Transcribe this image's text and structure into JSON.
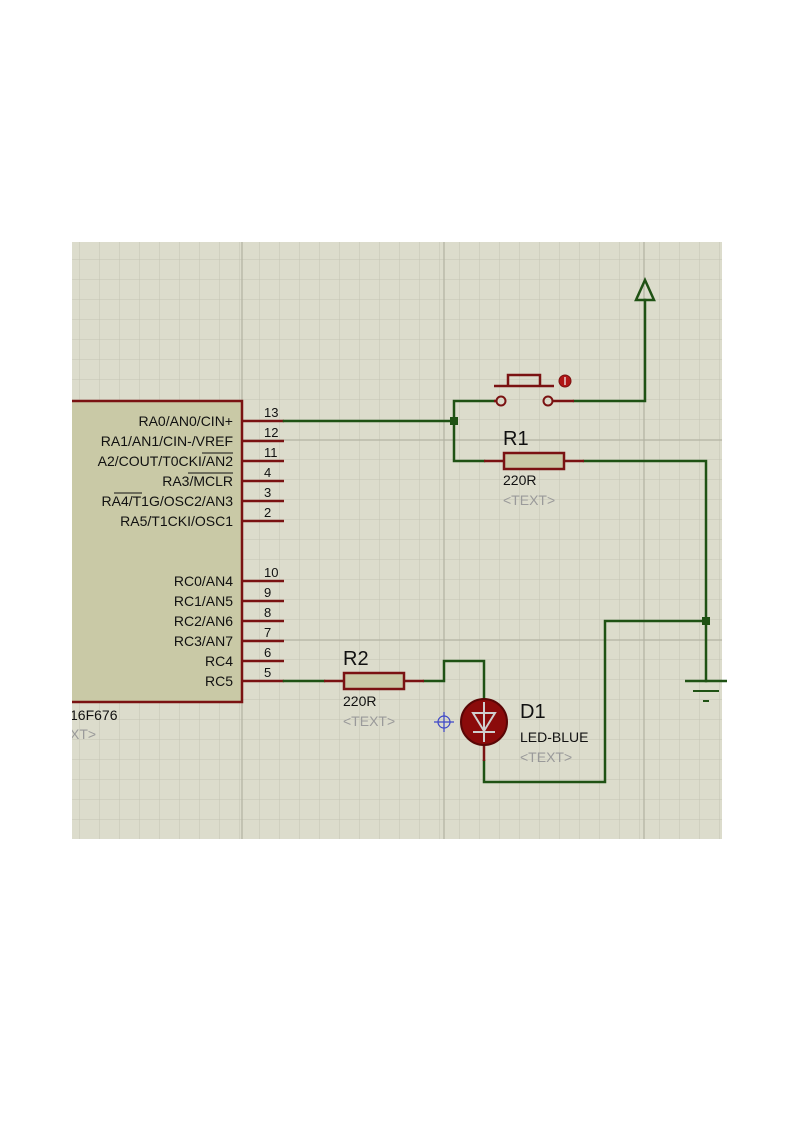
{
  "mcu": {
    "part_label": "16F676",
    "text_placeholder": "XT>",
    "pins_porta": [
      {
        "name": "RA0/AN0/CIN+",
        "number": "13"
      },
      {
        "name": "RA1/AN1/CIN-/VREF",
        "number": "12"
      },
      {
        "name": "A2/COUT/T0CKI/AN2",
        "number": "11"
      },
      {
        "name": "RA3/MCLR",
        "number": "4"
      },
      {
        "name": "RA4/T1G/OSC2/AN3",
        "number": "3"
      },
      {
        "name": "RA5/T1CKI/OSC1",
        "number": "2"
      }
    ],
    "pins_portc": [
      {
        "name": "RC0/AN4",
        "number": "10"
      },
      {
        "name": "RC1/AN5",
        "number": "9"
      },
      {
        "name": "RC2/AN6",
        "number": "8"
      },
      {
        "name": "RC3/AN7",
        "number": "7"
      },
      {
        "name": "RC4",
        "number": "6"
      },
      {
        "name": "RC5",
        "number": "5"
      }
    ]
  },
  "r1": {
    "ref": "R1",
    "value": "220R",
    "text": "<TEXT>"
  },
  "r2": {
    "ref": "R2",
    "value": "220R",
    "text": "<TEXT>"
  },
  "d1": {
    "ref": "D1",
    "value": "LED-BLUE",
    "text": "<TEXT>"
  },
  "colors": {
    "grid_background": "#dcdccc",
    "grid_line": "#c4c4b4",
    "grid_major": "#b4b4a4",
    "chip_body": "#c9c9a6",
    "component_outline": "#7a1212",
    "wire": "#1f5214",
    "led_fill": "#8b0b0b",
    "led_symbol": "#cfcfcf",
    "origin_marker": "#3c46c8"
  }
}
